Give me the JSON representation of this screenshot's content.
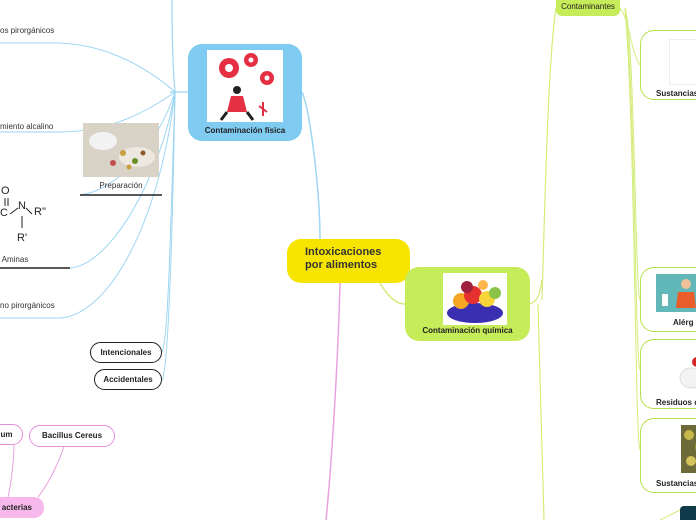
{
  "central": {
    "title_line1": "Intoxicaciones",
    "title_line2": "por alimentos"
  },
  "fisica": {
    "label": "Contaminación física"
  },
  "quimica": {
    "label": "Contaminación química"
  },
  "left_items": {
    "pirogenicos_top": "os pirorgánicos",
    "alcalino": "miento alcalino",
    "preparacion": "Preparación",
    "aminas": "Aminas",
    "no_pirogenicos": "no pirorgánicos",
    "intencionales": "Intencionales",
    "accidentales": "Accidentales",
    "um": "um",
    "bacillus": "Bacillus Cereus",
    "bacterias": "acterias"
  },
  "amine_labels": {
    "o": "O",
    "c": "C",
    "n": "N",
    "r2": "R''",
    "r1": "R'"
  },
  "right_items": {
    "contaminantes": "Contaminantes",
    "sustancias_top": "Sustancias",
    "alergenos": "Alérg",
    "residuos": "Residuos c",
    "sustancias_bottom": "Sustancias"
  },
  "colors": {
    "central": "#f7e500",
    "fisica": "#7fcbf1",
    "quimica": "#c6ec59",
    "link_blue": "#9ed6f3",
    "link_green": "#d4ec7a",
    "link_pink": "#eaa0e0"
  }
}
